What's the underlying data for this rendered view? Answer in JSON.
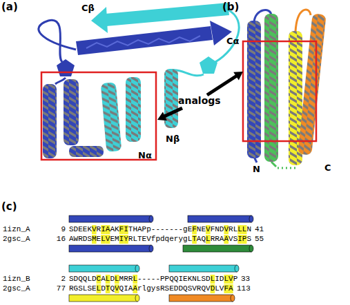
{
  "diagram": {
    "labels": [
      "(a)",
      "(b)",
      "Cβ",
      "Cα",
      "Nβ",
      "Nα",
      "analogs",
      "N",
      "C",
      "(c)",
      "1izn_A",
      "9",
      "SDEEKVRIAAKFITHAPp-------gEFNEVFNDVRLLLN",
      "41",
      "2gsc_A",
      "16",
      "AWRDSMELVEMIYRLTEVfpdqerygLTAQLRRAAVSIPS",
      "55",
      "1izn_B",
      "2",
      "SDQQLDCALDLMRRL-----PPQQIEKNLSDLIDLVP",
      "33",
      "2gsc_A",
      "77",
      "RGSLSELDTQVQIAArlgysRSEDDQSVRQVDLVFA",
      "113"
    ]
  }
}
